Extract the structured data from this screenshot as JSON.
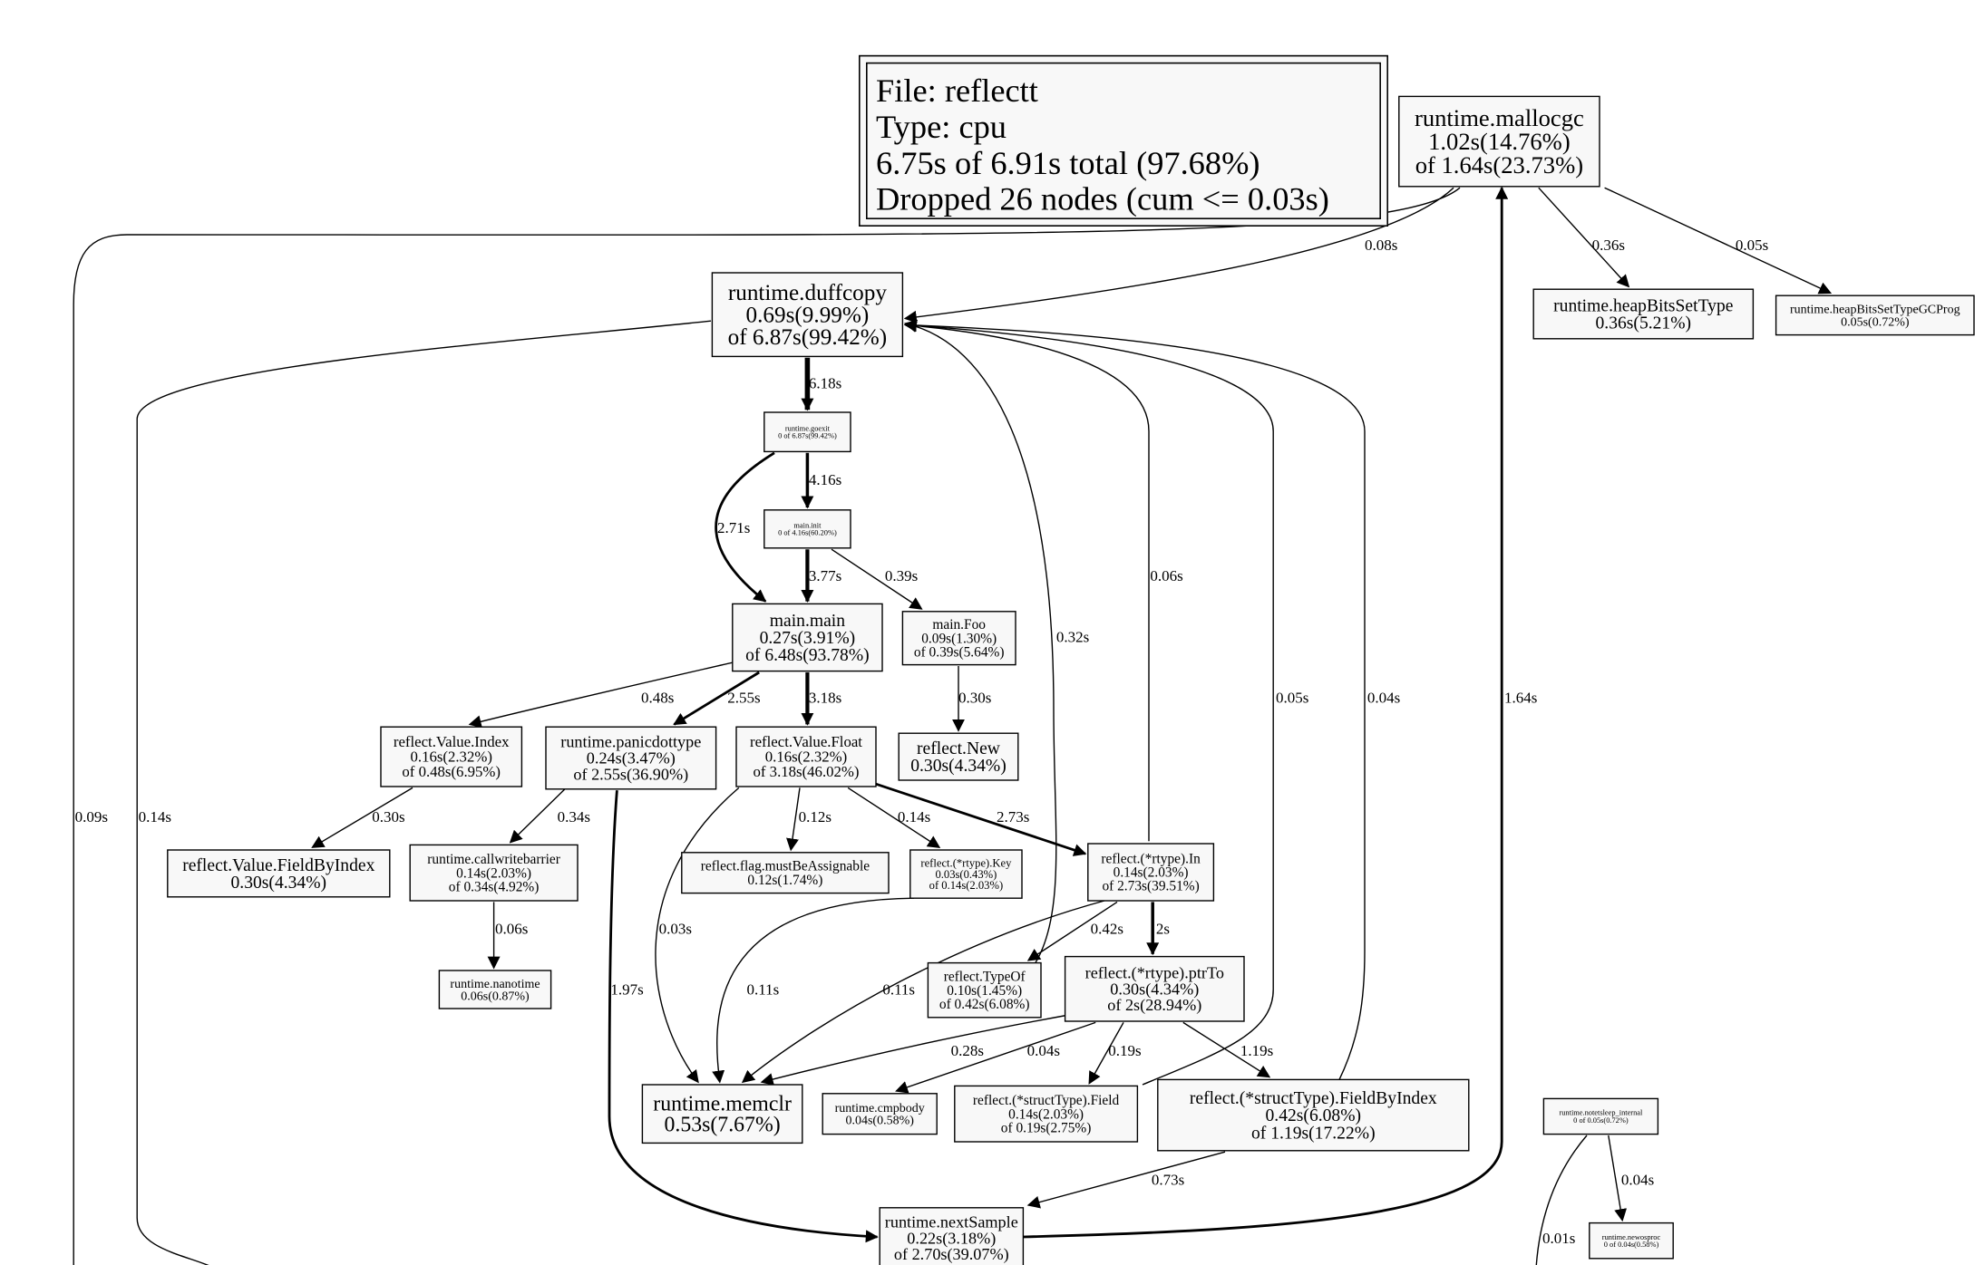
{
  "legend": {
    "lines": [
      "File: reflectt",
      "Type: cpu",
      "6.75s of 6.91s total (97.68%)",
      "Dropped 26 nodes (cum <= 0.03s)"
    ]
  },
  "nodes": [
    {
      "id": "mallocgc",
      "lines": [
        "runtime.mallocgc",
        "1.02s(14.76%)",
        "of 1.64s(23.73%)"
      ]
    },
    {
      "id": "heapBitsSetType",
      "lines": [
        "runtime.heapBitsSetType",
        "0.36s(5.21%)"
      ]
    },
    {
      "id": "heapBitsSetTypeGCProg",
      "lines": [
        "runtime.heapBitsSetTypeGCProg",
        "0.05s(0.72%)"
      ]
    },
    {
      "id": "duffcopy",
      "lines": [
        "runtime.duffcopy",
        "0.69s(9.99%)",
        "of 6.87s(99.42%)"
      ]
    },
    {
      "id": "goexit",
      "lines": [
        "runtime.goexit",
        "0 of 6.87s(99.42%)"
      ]
    },
    {
      "id": "maininit",
      "lines": [
        "main.init",
        "0 of 4.16s(60.20%)"
      ]
    },
    {
      "id": "mainmain",
      "lines": [
        "main.main",
        "0.27s(3.91%)",
        "of 6.48s(93.78%)"
      ]
    },
    {
      "id": "mainFoo",
      "lines": [
        "main.Foo",
        "0.09s(1.30%)",
        "of 0.39s(5.64%)"
      ]
    },
    {
      "id": "reflectNew",
      "lines": [
        "reflect.New",
        "0.30s(4.34%)"
      ]
    },
    {
      "id": "valueIndex",
      "lines": [
        "reflect.Value.Index",
        "0.16s(2.32%)",
        "of 0.48s(6.95%)"
      ]
    },
    {
      "id": "panicdottype",
      "lines": [
        "runtime.panicdottype",
        "0.24s(3.47%)",
        "of 2.55s(36.90%)"
      ]
    },
    {
      "id": "valueFloat",
      "lines": [
        "reflect.Value.Float",
        "0.16s(2.32%)",
        "of 3.18s(46.02%)"
      ]
    },
    {
      "id": "fieldByIndexValue",
      "lines": [
        "reflect.Value.FieldByIndex",
        "0.30s(4.34%)"
      ]
    },
    {
      "id": "callwritebarrier",
      "lines": [
        "runtime.callwritebarrier",
        "0.14s(2.03%)",
        "of 0.34s(4.92%)"
      ]
    },
    {
      "id": "mustBeAssignable",
      "lines": [
        "reflect.flag.mustBeAssignable",
        "0.12s(1.74%)"
      ]
    },
    {
      "id": "rtypeKey",
      "lines": [
        "reflect.(*rtype).Key",
        "0.03s(0.43%)",
        "of 0.14s(2.03%)"
      ]
    },
    {
      "id": "rtypeIn",
      "lines": [
        "reflect.(*rtype).In",
        "0.14s(2.03%)",
        "of 2.73s(39.51%)"
      ]
    },
    {
      "id": "nanotime",
      "lines": [
        "runtime.nanotime",
        "0.06s(0.87%)"
      ]
    },
    {
      "id": "typeOf",
      "lines": [
        "reflect.TypeOf",
        "0.10s(1.45%)",
        "of 0.42s(6.08%)"
      ]
    },
    {
      "id": "ptrTo",
      "lines": [
        "reflect.(*rtype).ptrTo",
        "0.30s(4.34%)",
        "of 2s(28.94%)"
      ]
    },
    {
      "id": "memclr",
      "lines": [
        "runtime.memclr",
        "0.53s(7.67%)"
      ]
    },
    {
      "id": "cmpbody",
      "lines": [
        "runtime.cmpbody",
        "0.04s(0.58%)"
      ]
    },
    {
      "id": "structField",
      "lines": [
        "reflect.(*structType).Field",
        "0.14s(2.03%)",
        "of 0.19s(2.75%)"
      ]
    },
    {
      "id": "structFieldByIndex",
      "lines": [
        "reflect.(*structType).FieldByIndex",
        "0.42s(6.08%)",
        "of 1.19s(17.22%)"
      ]
    },
    {
      "id": "notetsleep",
      "lines": [
        "runtime.notetsleep_internal",
        "0 of 0.05s(0.72%)"
      ]
    },
    {
      "id": "newosproc",
      "lines": [
        "runtime.newosproc",
        "0 of 0.04s(0.58%)"
      ]
    },
    {
      "id": "nextSample",
      "lines": [
        "runtime.nextSample",
        "0.22s(3.18%)",
        "of 2.70s(39.07%)"
      ]
    }
  ],
  "edges": [
    {
      "id": "e1",
      "label": "0.08s"
    },
    {
      "id": "e2",
      "label": "0.36s"
    },
    {
      "id": "e3",
      "label": "0.05s"
    },
    {
      "id": "e4",
      "label": "6.18s"
    },
    {
      "id": "e5",
      "label": "4.16s"
    },
    {
      "id": "e6",
      "label": "2.71s"
    },
    {
      "id": "e7",
      "label": "3.77s"
    },
    {
      "id": "e8",
      "label": "0.39s"
    },
    {
      "id": "e9",
      "label": "0.30s"
    },
    {
      "id": "e10",
      "label": "0.48s"
    },
    {
      "id": "e11",
      "label": "2.55s"
    },
    {
      "id": "e12",
      "label": "3.18s"
    },
    {
      "id": "e13",
      "label": "0.30s"
    },
    {
      "id": "e14",
      "label": "0.34s"
    },
    {
      "id": "e15",
      "label": "0.12s"
    },
    {
      "id": "e16",
      "label": "0.14s"
    },
    {
      "id": "e17",
      "label": "2.73s"
    },
    {
      "id": "e18",
      "label": "0.06s"
    },
    {
      "id": "e19",
      "label": "0.03s"
    },
    {
      "id": "e20",
      "label": "0.11s"
    },
    {
      "id": "e21",
      "label": "0.11s"
    },
    {
      "id": "e22",
      "label": "0.42s"
    },
    {
      "id": "e23",
      "label": "2s"
    },
    {
      "id": "e24",
      "label": "1.97s"
    },
    {
      "id": "e25",
      "label": "0.28s"
    },
    {
      "id": "e26",
      "label": "0.04s"
    },
    {
      "id": "e27",
      "label": "0.19s"
    },
    {
      "id": "e28",
      "label": "1.19s"
    },
    {
      "id": "e29",
      "label": "0.73s"
    },
    {
      "id": "e30",
      "label": "0.32s"
    },
    {
      "id": "e31",
      "label": "0.06s"
    },
    {
      "id": "e32",
      "label": "0.05s"
    },
    {
      "id": "e33",
      "label": "0.04s"
    },
    {
      "id": "e34",
      "label": "1.64s"
    },
    {
      "id": "e35",
      "label": "0.09s"
    },
    {
      "id": "e36",
      "label": "0.14s"
    },
    {
      "id": "e37",
      "label": "0.04s"
    },
    {
      "id": "e38",
      "label": "0.01s"
    }
  ]
}
